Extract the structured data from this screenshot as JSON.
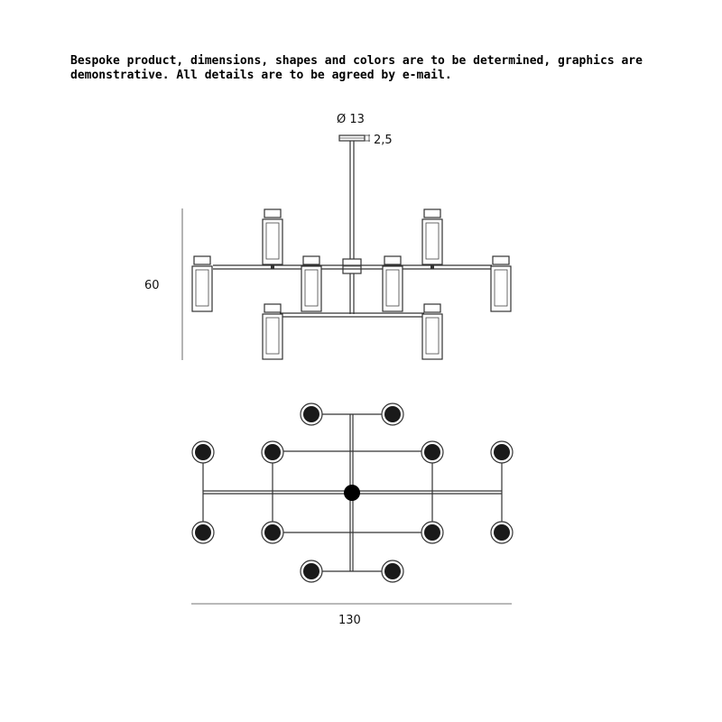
{
  "note": {
    "line1": "Bespoke product, dimensions, shapes and colors are to be determined, graphics are",
    "line2": "demonstrative. All details are to be agreed by e-mail."
  },
  "dimensions": {
    "canopy_diameter": "Ø 13",
    "canopy_height": "2,5",
    "height": "60",
    "width": "130"
  }
}
